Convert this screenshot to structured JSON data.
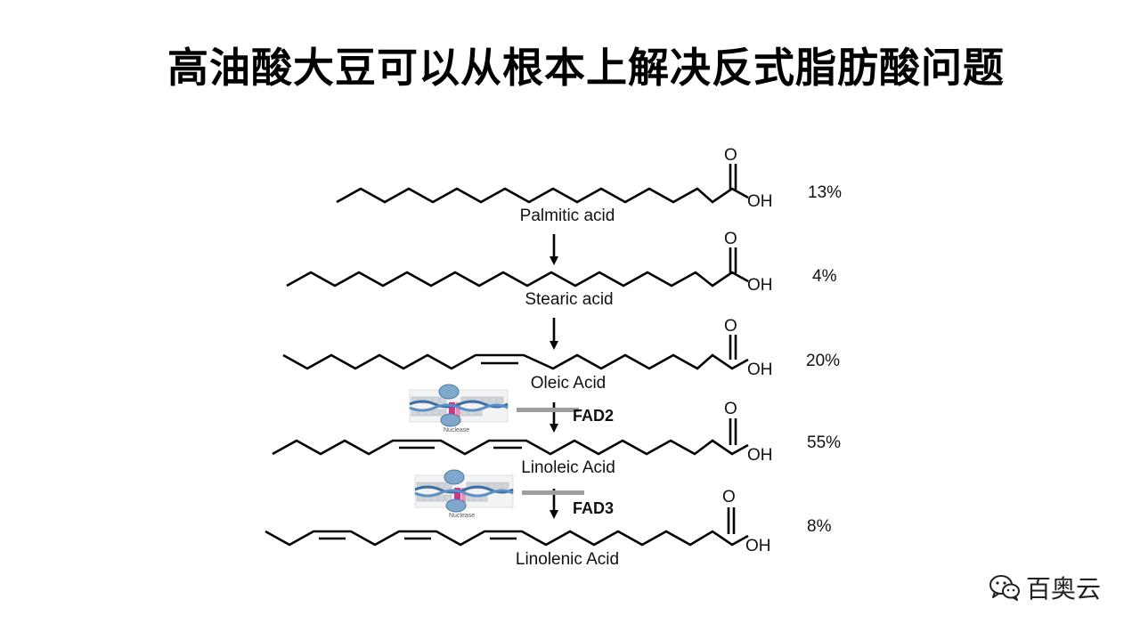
{
  "title": "高油酸大豆可以从根本上解决反式脂肪酸问题",
  "rows": [
    {
      "name": "Palmitic acid",
      "percent": "13%"
    },
    {
      "name": "Stearic acid",
      "percent": "4%"
    },
    {
      "name": "Oleic Acid",
      "percent": "20%"
    },
    {
      "name": "Linoleic Acid",
      "percent": "55%"
    },
    {
      "name": "Linolenic Acid",
      "percent": "8%"
    }
  ],
  "atoms": {
    "oxygen": "O",
    "hydroxyl": "OH"
  },
  "enzymes": [
    {
      "name": "FAD2",
      "tool_label": "Nuclease"
    },
    {
      "name": "FAD3",
      "tool_label": "Nuclease"
    }
  ],
  "brand": {
    "name": "百奥云",
    "icon": "wechat-icon"
  }
}
